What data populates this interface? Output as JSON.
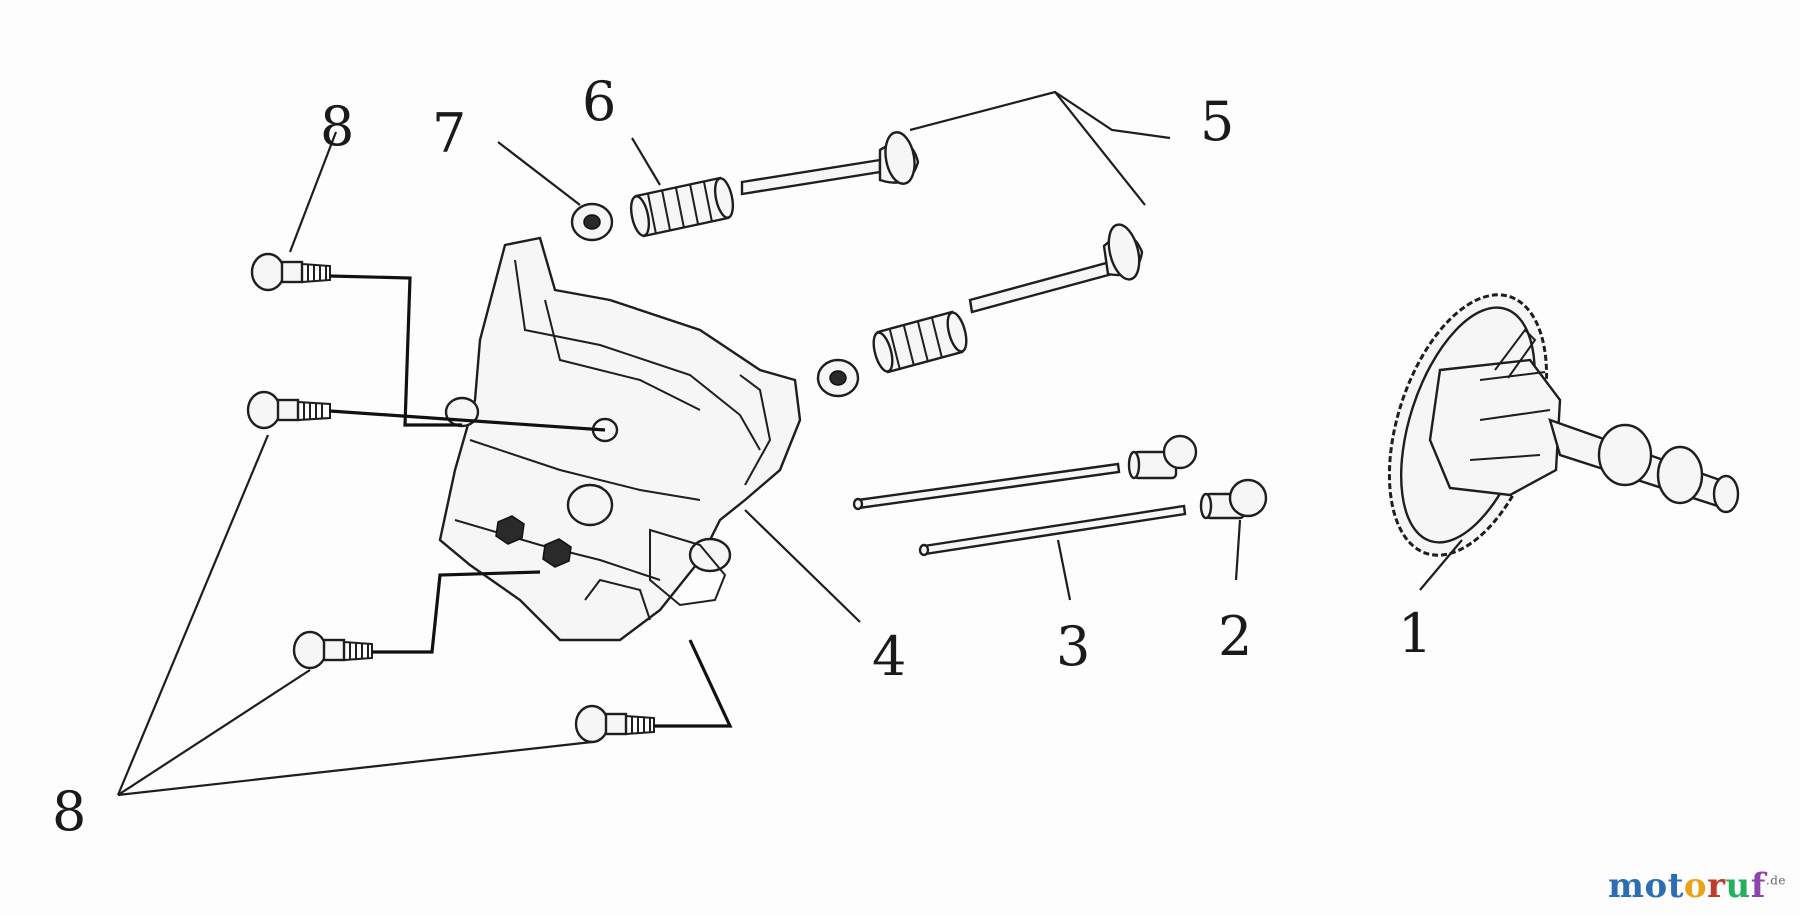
{
  "diagram": {
    "callouts": {
      "c1": "1",
      "c2": "2",
      "c3": "3",
      "c4": "4",
      "c5": "5",
      "c6": "6",
      "c7": "7",
      "c8_top": "8",
      "c8_bottom": "8"
    }
  },
  "watermark": {
    "part1": "mot",
    "part2": "o",
    "part3": "r",
    "part4": "u",
    "part5": "f",
    "suffix": ".de",
    "colors": [
      "#2e6db4",
      "#e8a317",
      "#c0392b",
      "#27ae60",
      "#8e44ad"
    ]
  }
}
